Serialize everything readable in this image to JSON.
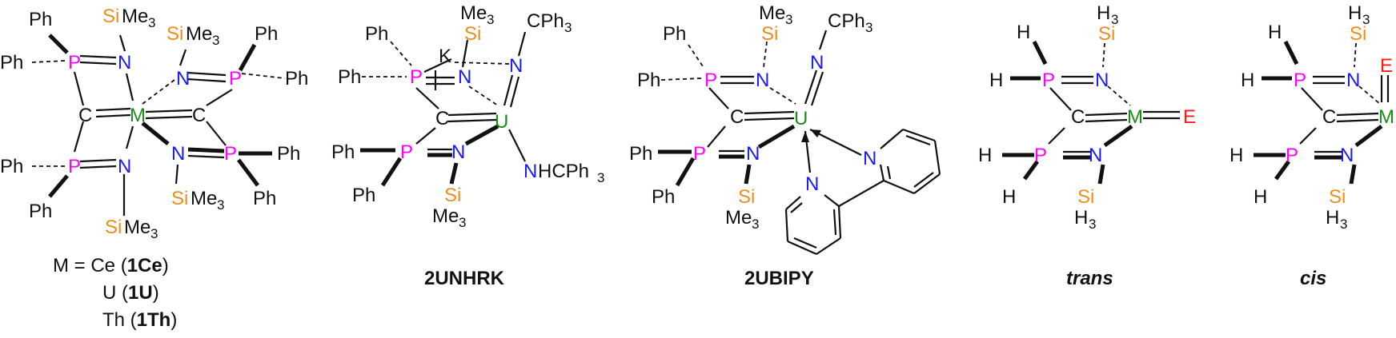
{
  "colors": {
    "phosphorus": "#ff00ff",
    "nitrogen": "#1a1aff",
    "silicon": "#f08c1e",
    "metal": "#1a8c1a",
    "chalcogen": "#ff1a1a",
    "bond": "#111111"
  },
  "atoms": {
    "P": "P",
    "N": "N",
    "C": "C",
    "M": "M",
    "U": "U",
    "K": "K",
    "E": "E",
    "Si": "Si",
    "SiMe3_si": "Si",
    "SiMe3_rest": "Me",
    "sub3": "3",
    "Ph": "Ph",
    "H": "H",
    "Me": "Me",
    "CPh3_c": "CPh",
    "NHCPh3_rest": "HCPh"
  },
  "captions": {
    "eq_prefix": "M = Ce (",
    "ce_label": "1Ce",
    "u_prefix": "U (",
    "u_label": "1U",
    "th_prefix": "Th (",
    "th_label": "1Th",
    "close_paren": ")",
    "unhrk": "2UNHRK",
    "ubipy": "2UBIPY",
    "trans": "trans",
    "cis": "cis"
  }
}
